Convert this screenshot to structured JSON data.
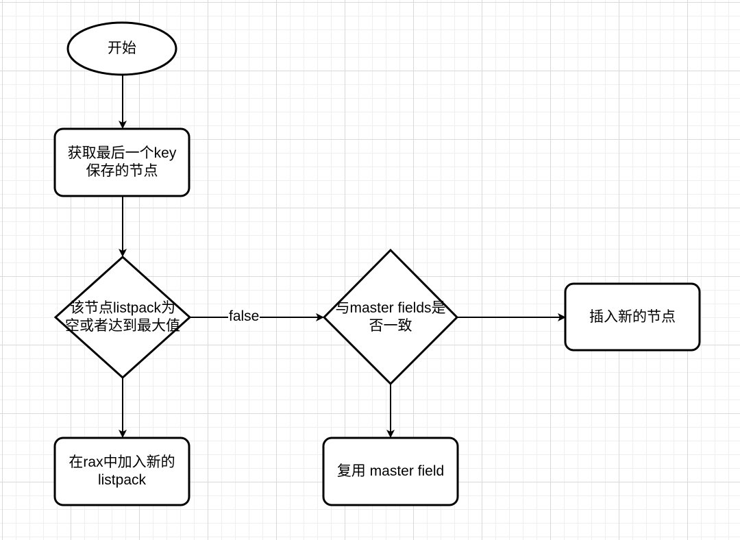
{
  "nodes": {
    "start": {
      "label": "开始"
    },
    "get_last_node": {
      "label": "获取最后一个key\n保存的节点"
    },
    "check_listpack": {
      "label": "该节点listpack为\n空或者达到最大值"
    },
    "check_master_fields": {
      "label": "与master fields是\n否一致"
    },
    "insert_node": {
      "label": "插入新的节点"
    },
    "add_listpack": {
      "label": "在rax中加入新的\nlistpack"
    },
    "reuse_master": {
      "label": "复用 master field"
    }
  },
  "edges": {
    "false_label": "false"
  },
  "colors": {
    "stroke": "#000000",
    "fill": "#ffffff",
    "grid_major": "#d9d9d9",
    "grid_minor": "#efefef"
  }
}
